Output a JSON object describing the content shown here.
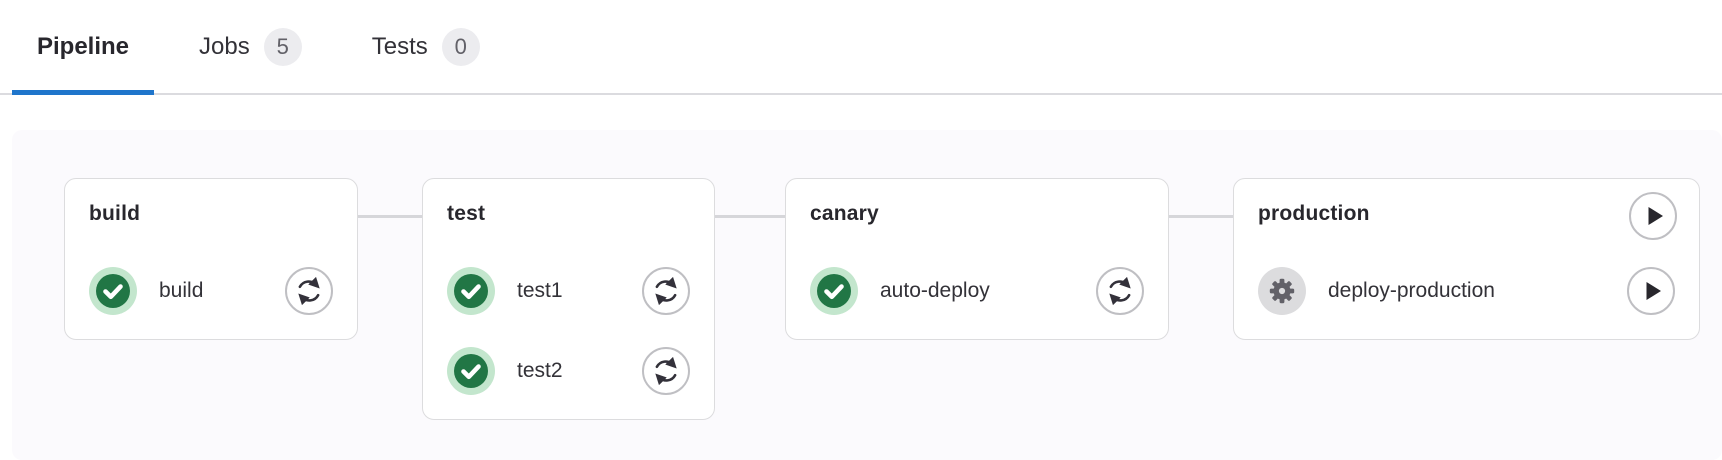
{
  "tabs": {
    "items": [
      {
        "label": "Pipeline",
        "active": true
      },
      {
        "label": "Jobs",
        "badge": "5",
        "active": false
      },
      {
        "label": "Tests",
        "badge": "0",
        "active": false
      }
    ]
  },
  "pipeline": {
    "stages": [
      {
        "name": "build",
        "jobs": [
          {
            "name": "build",
            "status": "success",
            "action": "retry"
          }
        ]
      },
      {
        "name": "test",
        "jobs": [
          {
            "name": "test1",
            "status": "success",
            "action": "retry"
          },
          {
            "name": "test2",
            "status": "success",
            "action": "retry"
          }
        ]
      },
      {
        "name": "canary",
        "jobs": [
          {
            "name": "auto-deploy",
            "status": "success",
            "action": "retry"
          }
        ]
      },
      {
        "name": "production",
        "header_action": "play",
        "jobs": [
          {
            "name": "deploy-production",
            "status": "manual",
            "action": "play"
          }
        ]
      }
    ]
  },
  "colors": {
    "accent_blue": "#1f75cb",
    "success_green": "#217645",
    "success_halo": "#c3e6cd",
    "manual_gear": "#626168",
    "manual_halo": "#dcdcde",
    "card_border": "#dcdcde",
    "graph_background": "#fbfafd"
  }
}
